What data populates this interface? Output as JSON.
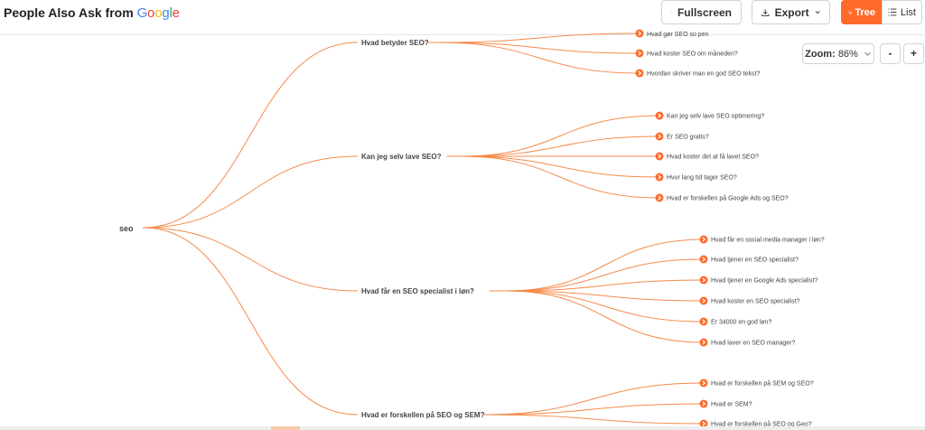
{
  "header": {
    "title_prefix": "People Also Ask from",
    "brand_letters": [
      "G",
      "o",
      "o",
      "g",
      "l",
      "e"
    ],
    "fullscreen_label": "Fullscreen",
    "export_label": "Export",
    "tree_label": "Tree",
    "list_label": "List"
  },
  "zoom": {
    "label": "Zoom:",
    "value": "86%",
    "minus": "-",
    "plus": "+"
  },
  "tree": {
    "root": "seo",
    "top_partial": "Hvad gør SEO so pen",
    "branches": [
      {
        "label": "Hvad betyder SEO?",
        "children": [
          "Hvad koster SEO om måneden?",
          "Hvordan skriver man en god SEO tekst?"
        ]
      },
      {
        "label": "Kan jeg selv lave SEO?",
        "children": [
          "Kan jeg selv lave SEO optimering?",
          "Er SEO gratis?",
          "Hvad koster det at få lavet SEO?",
          "Hvor lang tid tager SEO?",
          "Hvad er forskellen på Google Ads og SEO?"
        ]
      },
      {
        "label": "Hvad får en SEO specialist i løn?",
        "children": [
          "Hvad får en social media manager i løn?",
          "Hvad tjener en SEO specialist?",
          "Hvad tjener en Google Ads specialist?",
          "Hvad koster en SEO specialist?",
          "Er 34000 en god løn?",
          "Hvad laver en SEO manager?"
        ]
      },
      {
        "label": "Hvad er forskellen på SEO og SEM?",
        "children": [
          "Hvad er forskellen på SEM og SEO?",
          "Hvad er SEM?",
          "Hvad er forskellen på SEO og Geo?"
        ]
      }
    ]
  },
  "colors": {
    "accent": "#ff6a2b",
    "link": "#f58a4a"
  }
}
